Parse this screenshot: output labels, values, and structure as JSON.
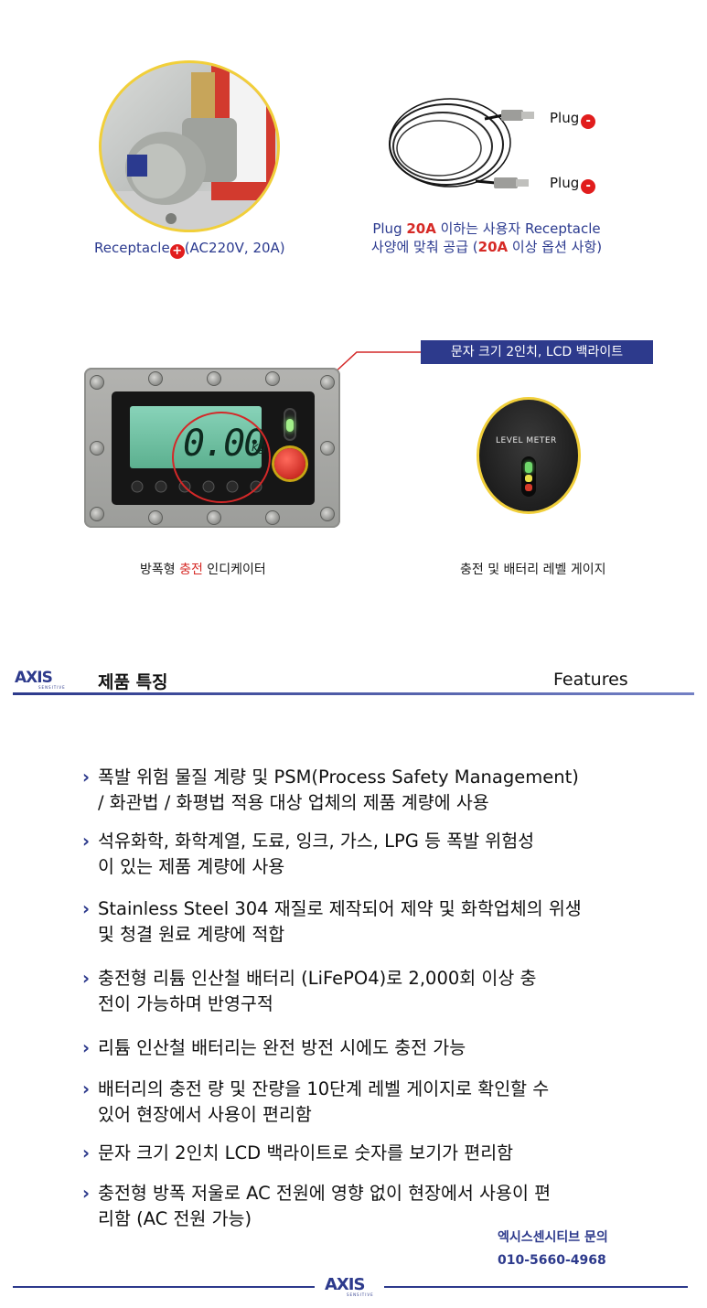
{
  "top": {
    "receptacle_label": "Receptacle",
    "receptacle_sign": "+",
    "receptacle_spec": "(AC220V, 20A)",
    "plug_label": "Plug",
    "plug_sign": "-",
    "plug_note_line1_a": "Plug ",
    "plug_note_line1_red": "20A",
    "plug_note_line1_b": " 이하는 사용자 Receptacle",
    "plug_note_line2_a": "사양에 맞춰 공급 (",
    "plug_note_line2_red": "20A",
    "plug_note_line2_b": " 이상 옵션 사항)"
  },
  "indicator": {
    "callout": "문자 크기 2인치, LCD 백라이트",
    "display_value": "0.00",
    "display_unit": "kg",
    "caption_a": "방폭형 ",
    "caption_red": "충전",
    "caption_b": " 인디케이터",
    "gauge_label": "LEVEL METER",
    "gauge_caption": "충전 및 배터리 레벨 게이지",
    "colors": {
      "accent": "#2d3a8c",
      "red": "#d62a26",
      "ring": "#f1cf3a"
    }
  },
  "header": {
    "logo": "AXIS",
    "logo_sub": "SENSITIVE",
    "title": "제품 특징",
    "title_en": "Features"
  },
  "features": [
    {
      "text": "폭발 위험 물질 계량 및 PSM(Process Safety Management)\n/ 화관법 / 화평법 적용 대상 업체의 제품 계량에 사용"
    },
    {
      "text": "석유화학, 화학계열, 도료, 잉크, 가스, LPG 등 폭발 위험성\n이 있는 제품 계량에 사용"
    },
    {
      "text": "Stainless Steel 304 재질로 제작되어 제약 및 화학업체의 위생\n및 청결 원료 계량에 적합"
    },
    {
      "text": "충전형 리튬 인산철 배터리 (LiFePO4)로 2,000회 이상 충\n전이 가능하며 반영구적"
    },
    {
      "text": "리튬 인산철 배터리는 완전 방전 시에도 충전 가능"
    },
    {
      "text": "배터리의 충전 량 및 잔량을 10단계 레벨 게이지로 확인할 수\n있어 현장에서 사용이 편리함"
    },
    {
      "text": "문자 크기 2인치 LCD 백라이트로 숫자를 보기가 편리함"
    },
    {
      "text": "충전형 방폭 저울로 AC 전원에 영향 없이 현장에서 사용이 편\n리함 (AC 전원 가능)"
    }
  ],
  "contact": {
    "title": "엑시스센시티브 문의",
    "phone": "010-5660-4968"
  },
  "icons": {
    "bullet": "chevron-right-icon"
  }
}
